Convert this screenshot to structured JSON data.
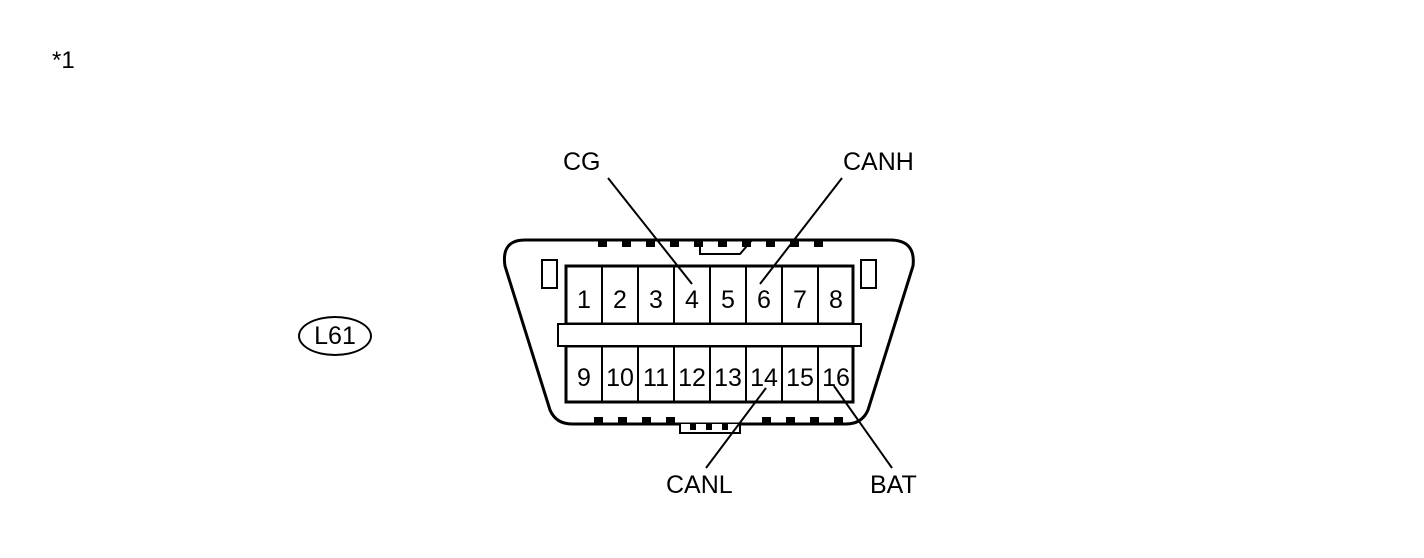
{
  "note_mark": "*1",
  "connector_code": "L61",
  "pins_top": [
    "1",
    "2",
    "3",
    "4",
    "5",
    "6",
    "7",
    "8"
  ],
  "pins_bottom": [
    "9",
    "10",
    "11",
    "12",
    "13",
    "14",
    "15",
    "16"
  ],
  "labels": {
    "cg": "CG",
    "canh": "CANH",
    "canl": "CANL",
    "bat": "BAT"
  }
}
